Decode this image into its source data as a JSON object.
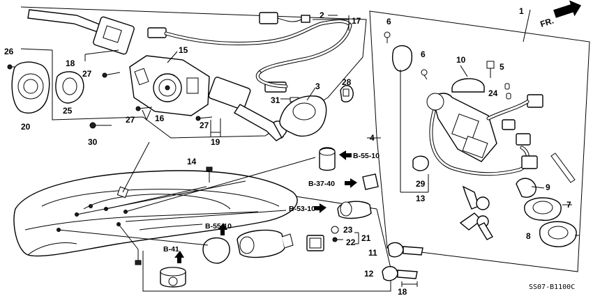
{
  "diagram": {
    "corner_label": "FR.",
    "diagram_code": "SS07-B1100C",
    "callouts": {
      "c1": "1",
      "c2": "2",
      "c3": "3",
      "c4": "4",
      "c5": "5",
      "c6a": "6",
      "c6b": "6",
      "c7": "7",
      "c8": "8",
      "c9": "9",
      "c10": "10",
      "c11": "11",
      "c12": "12",
      "c13": "13",
      "c14": "14",
      "c15": "15",
      "c16": "16",
      "c17": "17",
      "c18a": "18",
      "c18b": "18",
      "c19": "19",
      "c20": "20",
      "c21": "21",
      "c22": "22",
      "c23": "23",
      "c24": "24",
      "c25": "25",
      "c26": "26",
      "c27a": "27",
      "c27b": "27",
      "c27c": "27",
      "c28": "28",
      "c29": "29",
      "c30": "30",
      "c31": "31"
    },
    "refs": {
      "b5510a": "B-55-10",
      "b3740": "B-37-40",
      "b5310": "B-53-10",
      "b5510b": "B-55-10",
      "b41": "B-41"
    }
  }
}
